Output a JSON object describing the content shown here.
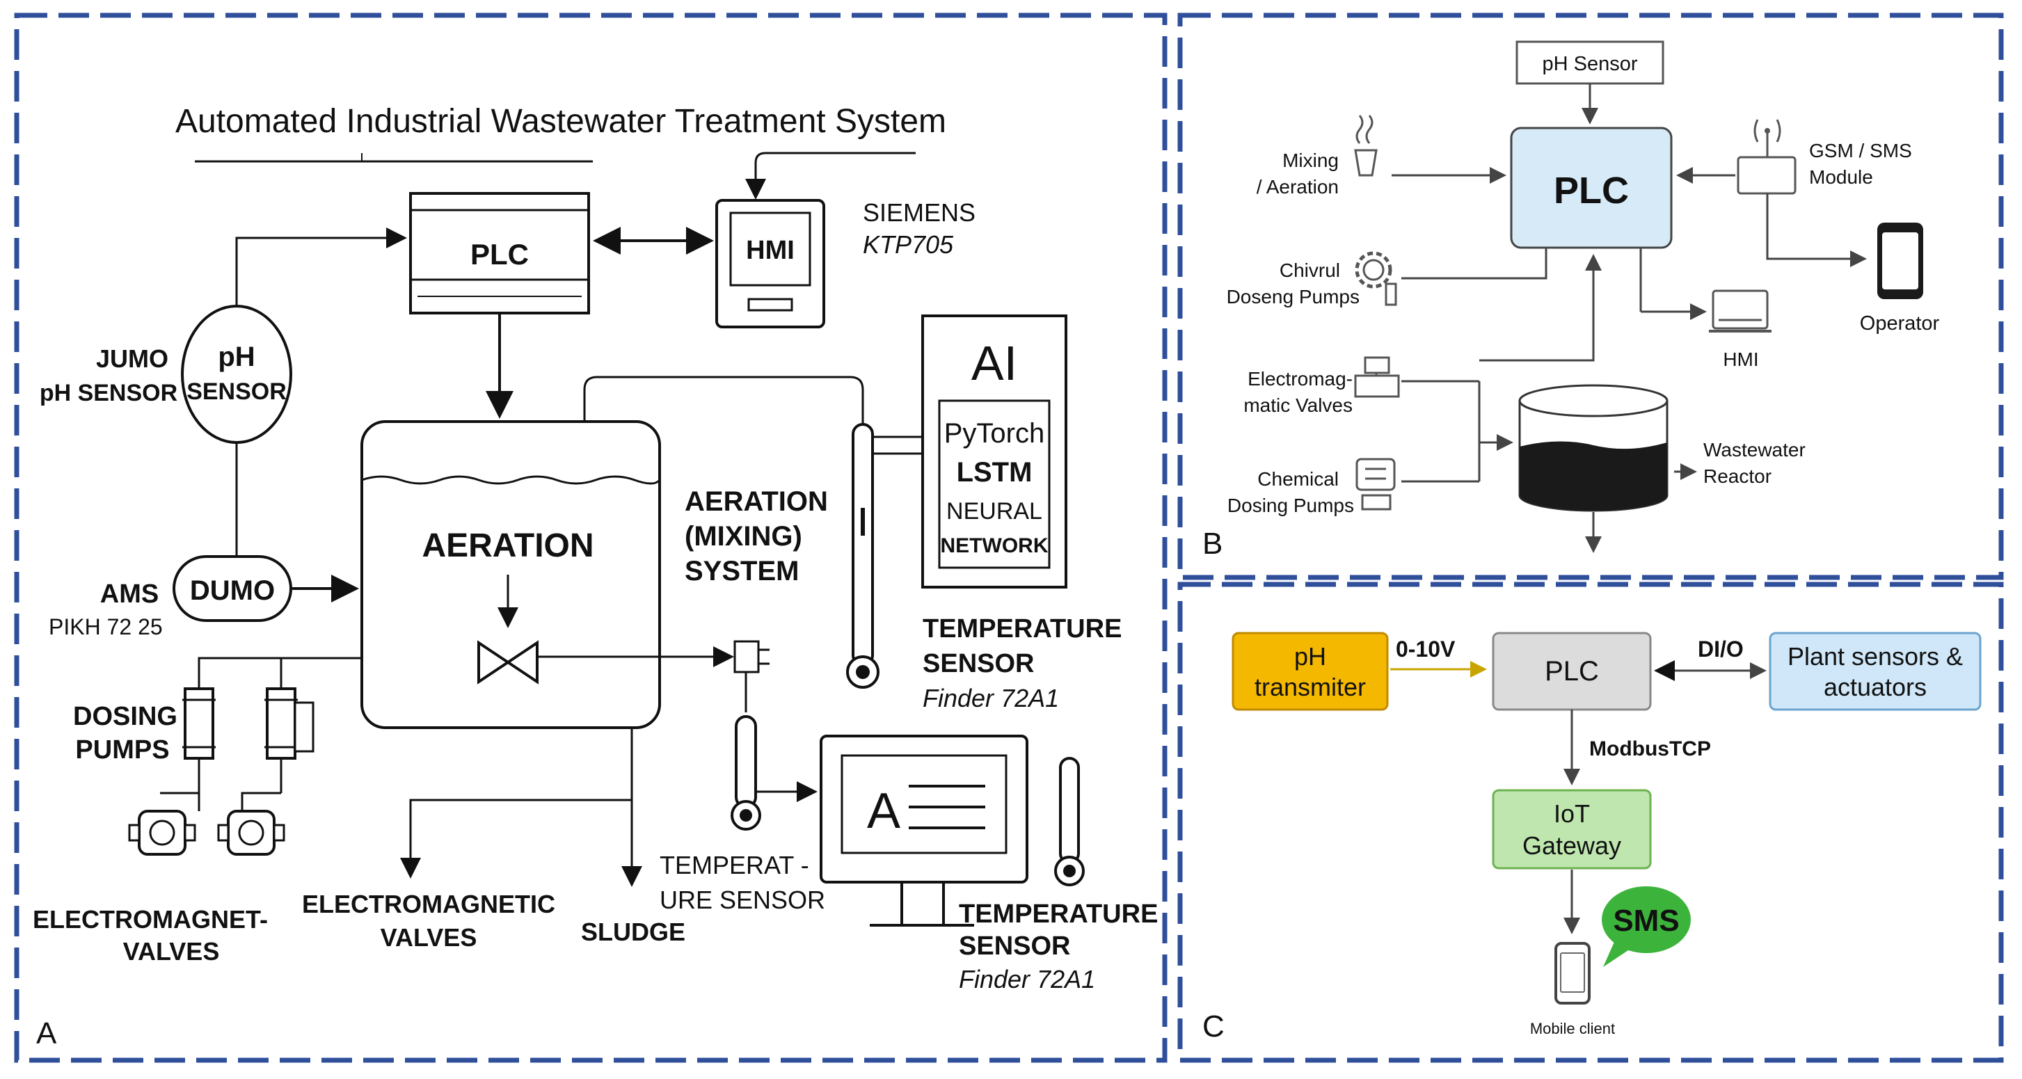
{
  "panel_a": {
    "letter": "A",
    "title": "Automated Industrial Wastewater Treatment System",
    "plc": "PLC",
    "hmi": "HMI",
    "hmi_brand": "SIEMENS",
    "hmi_model": "KTP705",
    "ph_sensor": {
      "line1": "pH",
      "line2": "SENSOR",
      "label1": "JUMO",
      "label2": "pH SENSOR"
    },
    "dumo": {
      "box": "DUMO",
      "label1": "AMS",
      "label2": "PIKH 72 25"
    },
    "tank": {
      "label": "AERATION"
    },
    "aeration_system": {
      "line1": "AERATION",
      "line2": "(MIXING)",
      "line3": "SYSTEM"
    },
    "ai": {
      "title": "AI",
      "line1": "PyTorch",
      "line2": "LSTM",
      "line3": "NEURAL",
      "line4": "NETWORK"
    },
    "temp1": {
      "line1": "TEMPERATURE",
      "line2": "SENSOR",
      "line3": "Finder 72A1"
    },
    "temp2": {
      "line1": "TEMPERAT -",
      "line2": "URE SENSOR"
    },
    "temp3": {
      "line1": "TEMPERATURE",
      "line2": "SENSOR",
      "line3": "Finder 72A1"
    },
    "monitor_letter": "A",
    "dosing": {
      "line1": "DOSING",
      "line2": "PUMPS"
    },
    "em_valves_left": {
      "line1": "ELECTROMAGNET-",
      "line2": "VALVES"
    },
    "em_valves_mid": {
      "line1": "ELECTROMAGNETIC",
      "line2": "VALVES"
    },
    "sludge": "SLUDGE"
  },
  "panel_b": {
    "letter": "B",
    "ph_sensor": "pH Sensor",
    "plc": "PLC",
    "mixing": {
      "line1": "Mixing",
      "line2": "/ Aeration"
    },
    "chem_dosing": {
      "line1": "Chivrul",
      "line2": "Doseng Pumps"
    },
    "em_valves": {
      "line1": "Electromag-",
      "line2": "matic Valves"
    },
    "chemical": {
      "line1": "Chemical",
      "line2": "Dosing Pumps"
    },
    "gsm": {
      "line1": "GSM / SMS",
      "line2": "Module"
    },
    "operator": "Operator",
    "hmi": "HMI",
    "reactor": {
      "line1": "Wastewater",
      "line2": "Reactor"
    }
  },
  "panel_c": {
    "letter": "C",
    "ph_tx": {
      "line1": "pH",
      "line2": "transmiter"
    },
    "signal": "0-10V",
    "plc": "PLC",
    "dio": "DI/O",
    "plant": {
      "line1": "Plant sensors &",
      "line2": "actuators"
    },
    "modbus": "ModbusTCP",
    "iot": {
      "line1": "IoT",
      "line2": "Gateway"
    },
    "sms": "SMS",
    "mobile": "Mobile client"
  },
  "colors": {
    "frame": "#2f4f9b",
    "ph_tx_fill": "#f5b800",
    "plc_c_fill": "#dcdcdc",
    "plant_fill": "#cfe7f8",
    "iot_fill": "#bfe6ae",
    "sms_fill": "#3cb43c",
    "plc_b_fill": "#d6ebf7",
    "reactor_fill": "#1a1a1a"
  }
}
